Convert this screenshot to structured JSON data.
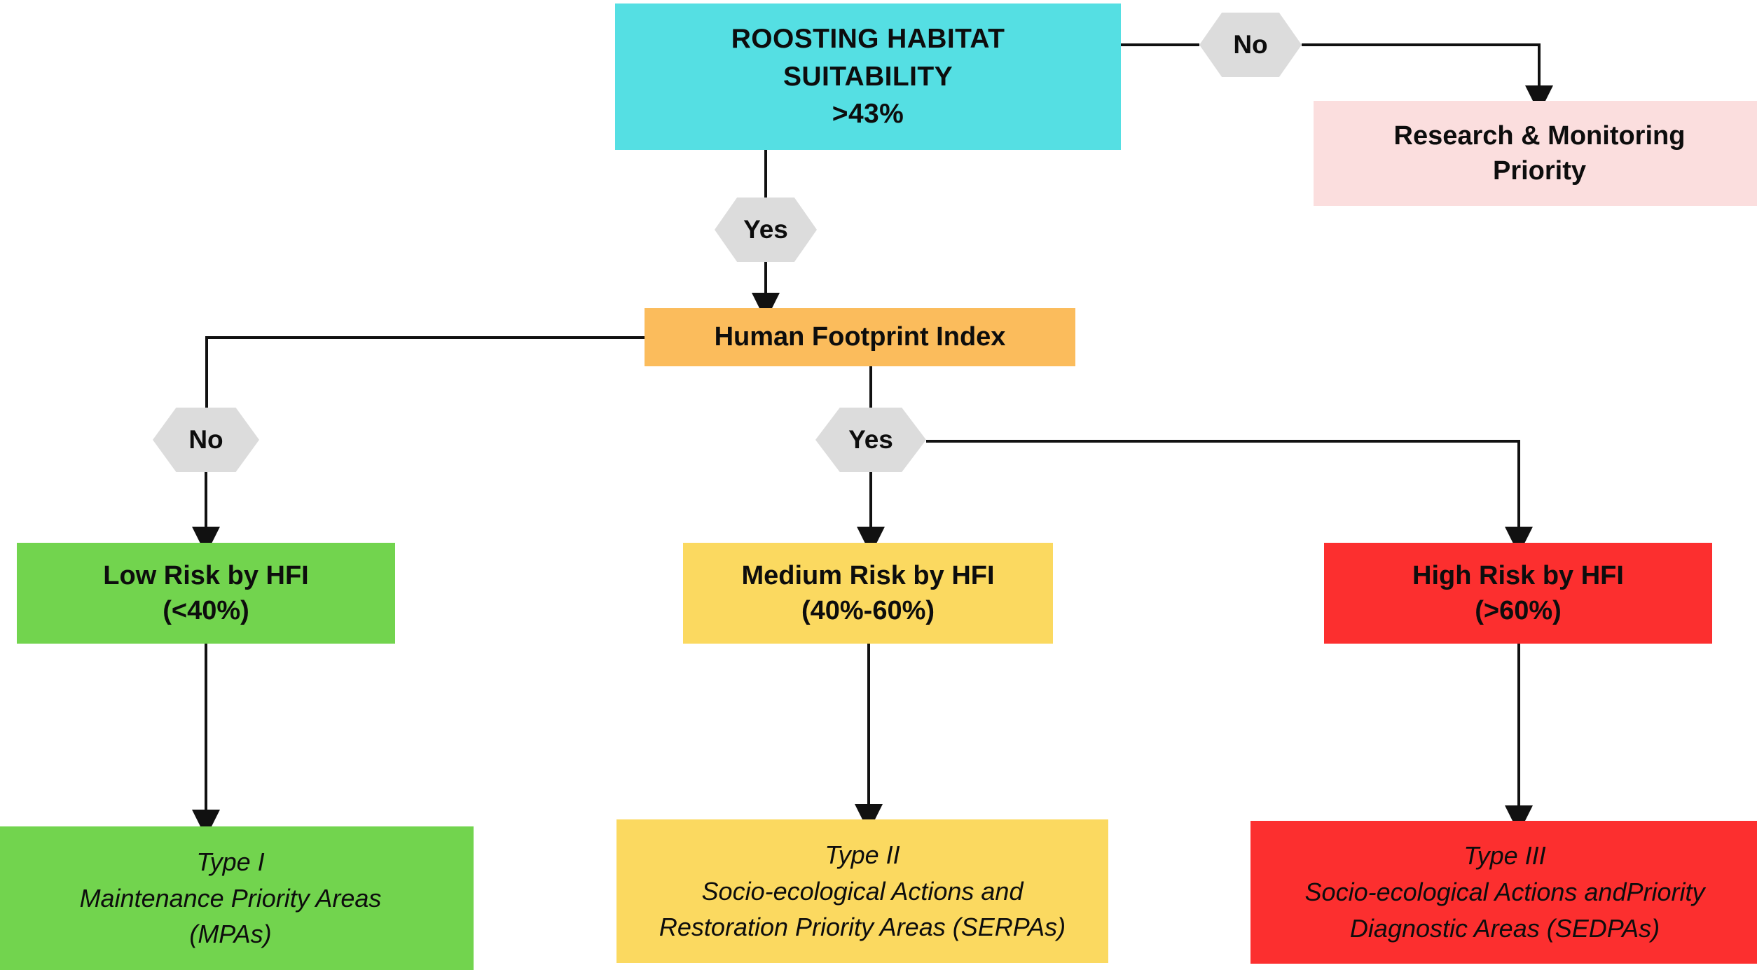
{
  "diagram": {
    "title": "Roosting habitat suitability and human footprint decision framework",
    "colors": {
      "root": "#55DFE3",
      "research": "#FBDEDE",
      "hfi": "#FBBC5C",
      "low_risk": "#72D44E",
      "medium_risk": "#FBD960",
      "high_risk": "#FC2F2F",
      "hexagon": "#DCDCDC",
      "connector": "#111111",
      "text": "#0d0d0d",
      "background": "#ffffff"
    },
    "nodes": {
      "root": {
        "lines": [
          "ROOSTING HABITAT",
          "SUITABILITY",
          ">43%"
        ]
      },
      "research": {
        "lines": [
          "Research & Monitoring",
          "Priority"
        ]
      },
      "hfi": {
        "lines": [
          "Human Footprint Index"
        ]
      },
      "low_risk": {
        "lines": [
          "Low Risk by HFI",
          "(<40%)"
        ]
      },
      "medium_risk": {
        "lines": [
          "Medium Risk by HFI",
          "(40%-60%)"
        ]
      },
      "high_risk": {
        "lines": [
          "High Risk by HFI",
          "(>60%)"
        ]
      },
      "type1": {
        "lines": [
          "Type I",
          "Maintenance Priority Areas",
          "(MPAs)"
        ]
      },
      "type2": {
        "lines": [
          "Type II",
          "Socio-ecological Actions and",
          "Restoration Priority Areas (SERPAs)"
        ]
      },
      "type3": {
        "lines": [
          "Type III",
          "Socio-ecological Actions andPriority",
          "Diagnostic Areas (SEDPAs)"
        ]
      }
    },
    "decision_labels": {
      "no_top": "No",
      "yes_top": "Yes",
      "no_mid": "No",
      "yes_mid": "Yes"
    }
  }
}
